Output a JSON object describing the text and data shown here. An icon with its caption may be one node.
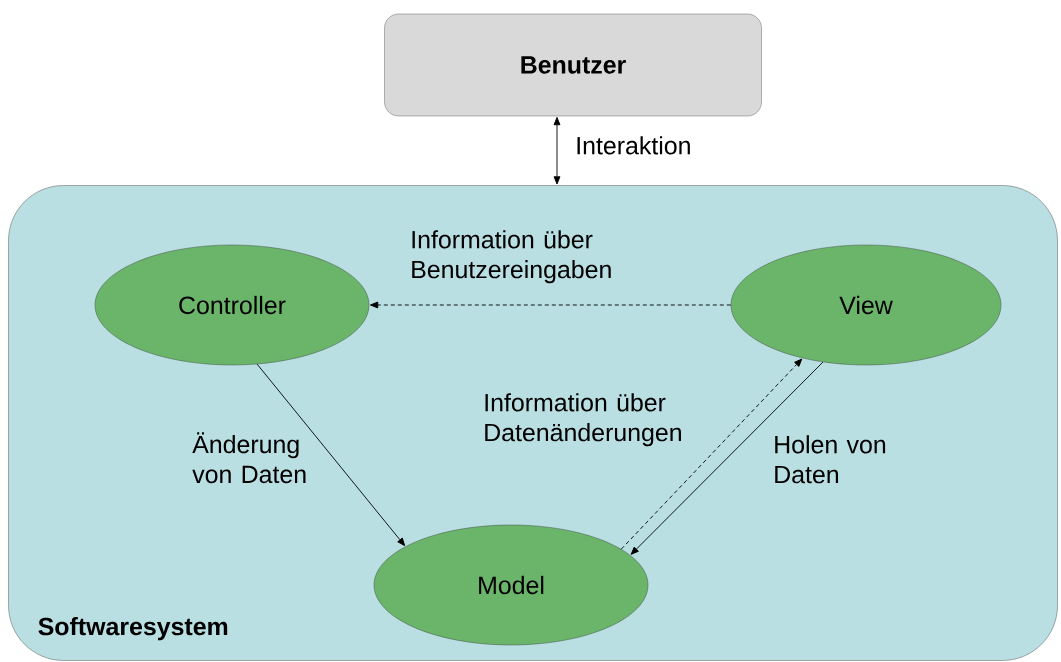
{
  "diagram": {
    "nodes": [
      {
        "text": [
          "Benutzer"
        ]
      },
      {
        "text": [
          "Softwaresystem"
        ]
      },
      {
        "text": [
          "Controller"
        ],
        "in": 1
      },
      {
        "text": [
          "View"
        ],
        "in": 1
      },
      {
        "text": [
          "Model"
        ],
        "in": 1
      }
    ],
    "edges": [
      {
        "from": 0,
        "to": 1,
        "arrow": "both",
        "label": "Interaktion"
      },
      {
        "from": 3,
        "to": 2,
        "arrow": "to",
        "style": "dashed",
        "label": "Information über Benutzereingaben"
      },
      {
        "from": 2,
        "to": 4,
        "arrow": "to",
        "label": "Änderung von Daten"
      },
      {
        "from": 4,
        "to": 3,
        "arrow": "to",
        "style": "dashed",
        "label": "Information über Datenänderungen"
      },
      {
        "from": 3,
        "to": 4,
        "arrow": "to",
        "label": "Holen von Daten"
      }
    ]
  }
}
